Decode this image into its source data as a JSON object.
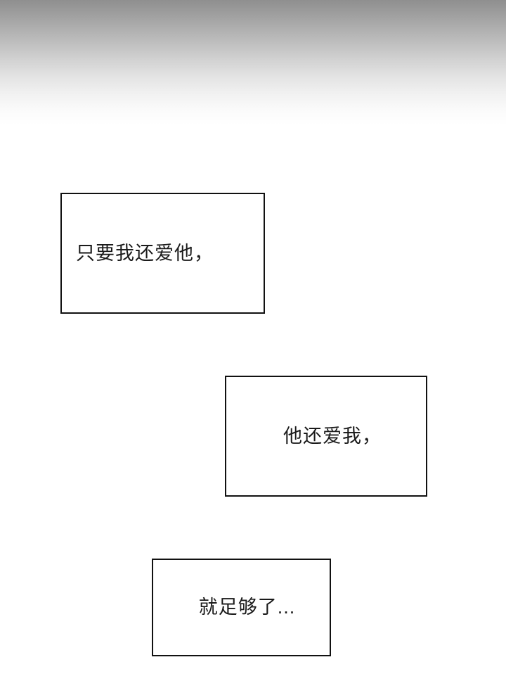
{
  "page": {
    "background_color": "#ffffff",
    "header_gradient": {
      "from_color": "#8f8f8f",
      "to_color": "#ffffff"
    }
  },
  "panels": [
    {
      "id": "bubble-1",
      "text": "只要我还爱他，",
      "border_color": "#111111",
      "background_color": "#ffffff"
    },
    {
      "id": "bubble-2",
      "text": "他还爱我，",
      "border_color": "#111111",
      "background_color": "#ffffff"
    },
    {
      "id": "bubble-3",
      "text": "就足够了...",
      "border_color": "#111111",
      "background_color": "#ffffff"
    }
  ]
}
